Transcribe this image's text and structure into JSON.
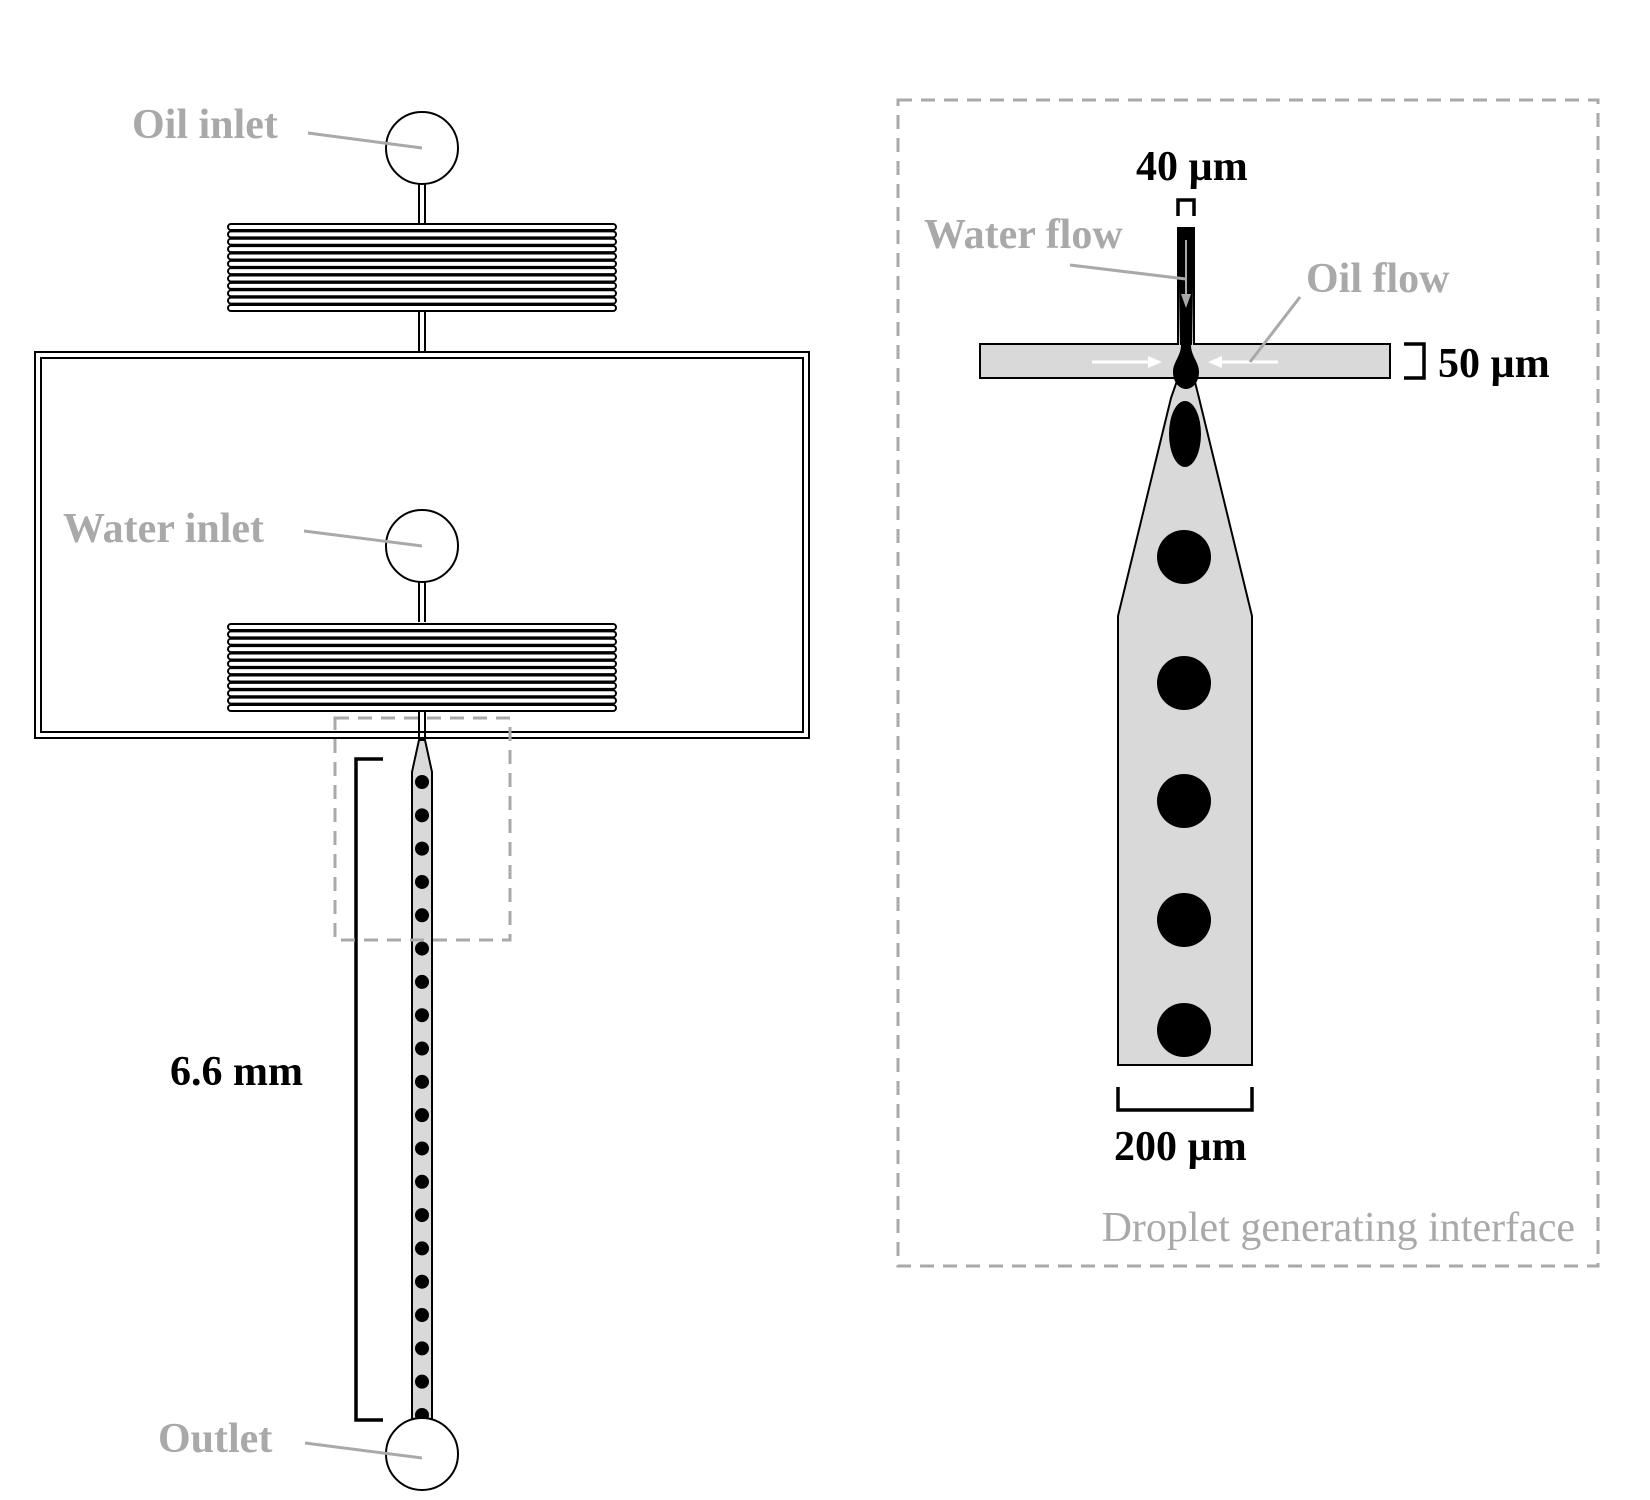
{
  "labels": {
    "oil_inlet": "Oil inlet",
    "water_inlet": "Water inlet",
    "outlet": "Outlet",
    "length": "6.6 mm",
    "water_flow": "Water flow",
    "oil_flow": "Oil flow",
    "width_40": "40 µm",
    "width_50": "50 µm",
    "width_200": "200 µm",
    "caption": "Droplet generating interface"
  },
  "colors": {
    "label_gray": "#a9a9a9",
    "channel_fill": "#d9d9d9",
    "droplet": "#000000",
    "dashed_outline": "#a9a9a9"
  }
}
